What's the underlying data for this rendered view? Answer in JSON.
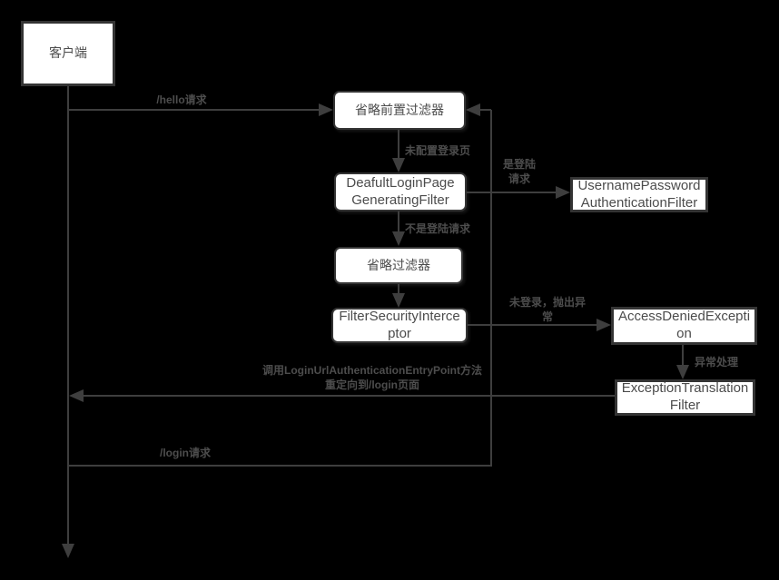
{
  "theme": {
    "bg": "#000000",
    "line": "#3e3e3e",
    "label": "#4d4d4d",
    "box_fill": "#ffffff",
    "box_border": "#343434",
    "box_text": "#4c4c4c"
  },
  "nodes": {
    "client": {
      "label": "客户端"
    },
    "pre_filters": {
      "label": "省略前置过滤器"
    },
    "default_login_page": {
      "label": "DeafultLoginPage GeneratingFilter"
    },
    "username_password": {
      "label": "UsernamePassword AuthenticationFilter"
    },
    "omitted_filters": {
      "label": "省略过滤器"
    },
    "filter_security_interceptor": {
      "label": "FilterSecurityInterceptor"
    },
    "access_denied_exception": {
      "label": "AccessDeniedException"
    },
    "exception_translation_filter": {
      "label": "ExceptionTranslation Filter"
    }
  },
  "edges": {
    "hello": {
      "label": "/hello请求"
    },
    "no_login_page": {
      "label": "未配置登录页"
    },
    "is_login": {
      "label": "是登陆请求"
    },
    "not_login": {
      "label": "不是登陆请求"
    },
    "not_logged_in": {
      "label": "未登录，抛出异常"
    },
    "exception_handle": {
      "label": "异常处理"
    },
    "redirect_line1": {
      "label": "调用LoginUrlAuthenticationEntryPoint方法"
    },
    "redirect_line2": {
      "label": "重定向到/login页面"
    },
    "login": {
      "label": "/login请求"
    }
  }
}
